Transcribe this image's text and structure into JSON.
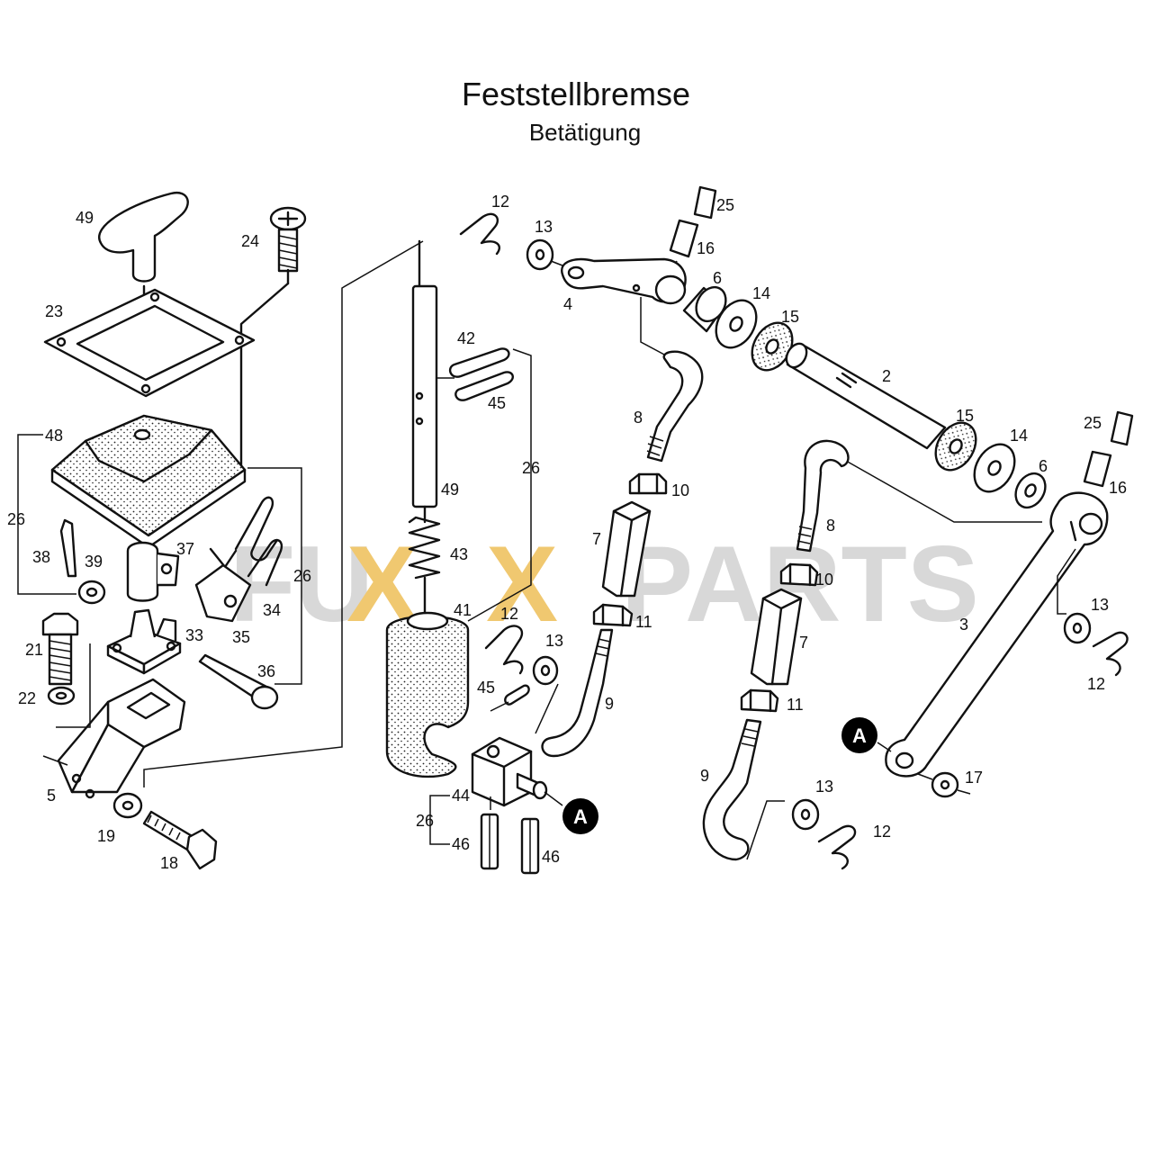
{
  "title": "Feststellbremse",
  "subtitle": "Betätigung",
  "watermark": {
    "left": "FU",
    "x1": "X",
    "x2": "X",
    "right": "PARTS",
    "gold": "#f0c870",
    "grey": "#d8d8d8"
  },
  "ref_marker": "A",
  "labels": {
    "p49a": "49",
    "p24": "24",
    "p23": "23",
    "p48": "48",
    "p26a": "26",
    "p38": "38",
    "p39": "39",
    "p37": "37",
    "p34": "34",
    "p35": "35",
    "p26b": "26",
    "p21": "21",
    "p22": "22",
    "p33": "33",
    "p36": "36",
    "p5": "5",
    "p19": "19",
    "p18": "18",
    "p42": "42",
    "p45a": "45",
    "p26c": "26",
    "p49b": "49",
    "p43": "43",
    "p41": "41",
    "p12a": "12",
    "p13a": "13",
    "p45b": "45",
    "p44": "44",
    "p26d": "26",
    "p46a": "46",
    "p46b": "46",
    "p12b": "12",
    "p13b": "13",
    "p25a": "25",
    "p16a": "16",
    "p4": "4",
    "p6a": "6",
    "p14a": "14",
    "p15a": "15",
    "p2": "2",
    "p8a": "8",
    "p10a": "10",
    "p7a": "7",
    "p11a": "11",
    "p9a": "9",
    "p15b": "15",
    "p14b": "14",
    "p6b": "6",
    "p25b": "25",
    "p16b": "16",
    "p8b": "8",
    "p10b": "10",
    "p7b": "7",
    "p11b": "11",
    "p9b": "9",
    "p13c": "13",
    "p12c": "12",
    "p3": "3",
    "p13d": "13",
    "p12d": "12",
    "p17": "17"
  }
}
